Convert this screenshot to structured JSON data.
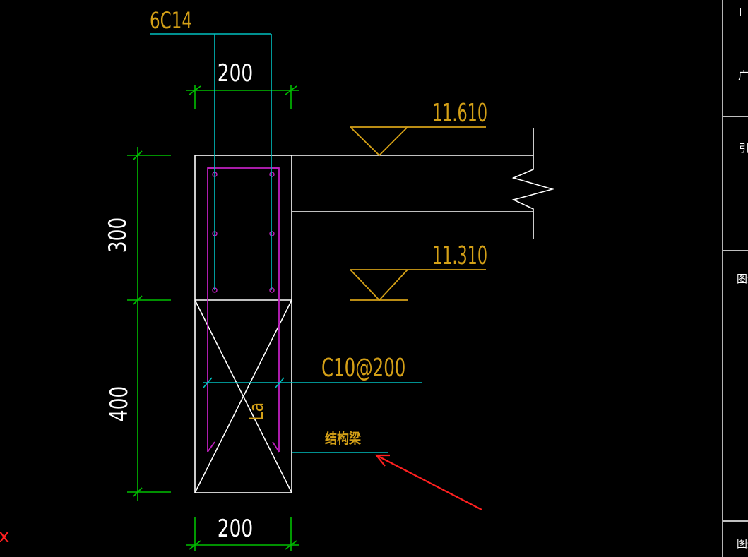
{
  "labels": {
    "top_rebar": "6C14",
    "stirrup": "C10@200",
    "beam_note": "结构梁",
    "lap_mark": "La",
    "axis_mark": "x"
  },
  "dimensions": {
    "width_top": "200",
    "height_upper": "300",
    "height_lower": "400",
    "width_bottom": "200"
  },
  "elevations": {
    "top": "11.610",
    "bottom": "11.310"
  },
  "title_block": {
    "row1": "I",
    "row2": "广",
    "row3": "引",
    "row4": "图纸",
    "row5": "图册"
  },
  "colors": {
    "background": "#000000",
    "outline": "#ffffff",
    "dimension": "#00c000",
    "rebar_leader": "#00c0c0",
    "stirrup_cage": "#c020c0",
    "elevation": "#d4a017",
    "annotation_arrow": "#ff2020"
  }
}
